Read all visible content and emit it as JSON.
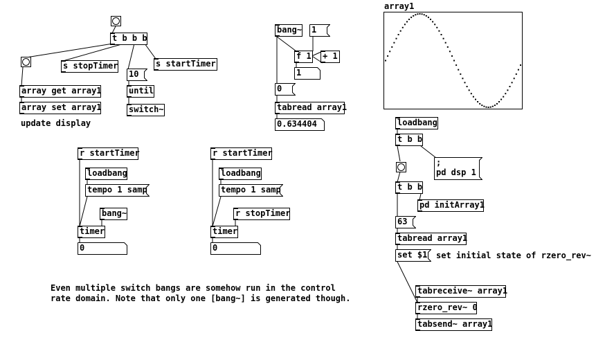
{
  "array": {
    "name": "array1",
    "sample_count": 64
  },
  "objects": {
    "tbbb": "t b b b",
    "s_stop": "s stopTimer",
    "s_start": "s startTimer",
    "array_get": "array get array1",
    "array_set": "array set array1",
    "until": "until",
    "switch": "switch~",
    "bang_tilde_top": "bang~",
    "f1": "f 1",
    "plus1": "+ 1",
    "tabread_top": "tabread array1",
    "r_start_a": "r startTimer",
    "loadbang_a": "loadbang",
    "tempo_a": "tempo 1 samp",
    "bang_tilde_a": "bang~",
    "timer_a": "timer",
    "r_start_b": "r startTimer",
    "loadbang_b": "loadbang",
    "tempo_b": "tempo 1 samp",
    "r_stop_b": "r stopTimer",
    "timer_b": "timer",
    "loadbang_r": "loadbang",
    "tbb_r1": "t b b",
    "tbb_r2": "t b b",
    "pd_init": "pd initArray1",
    "tabread_r": "tabread array1",
    "tabreceive": "tabreceive~ array1",
    "rzero": "rzero_rev~ 0",
    "tabsend": "tabsend~ array1"
  },
  "messages": {
    "m_1": "1",
    "m_10": "10",
    "m_dsp_line1": ";",
    "m_dsp_line2": "pd dsp 1",
    "m_set": "set $1"
  },
  "numbers": {
    "n_f1_out": "1",
    "n_tab_in": "0",
    "n_tab_out": "0.634404",
    "n_timer_a": "0",
    "n_timer_b": "0",
    "n_63": "63"
  },
  "comments": {
    "update_display": "update display",
    "set_initial": "set initial state of rzero_rev~",
    "note_line1": "Even multiple switch bangs are somehow run in the control",
    "note_line2": "rate domain. Note that only one [bang~] is generated though."
  }
}
